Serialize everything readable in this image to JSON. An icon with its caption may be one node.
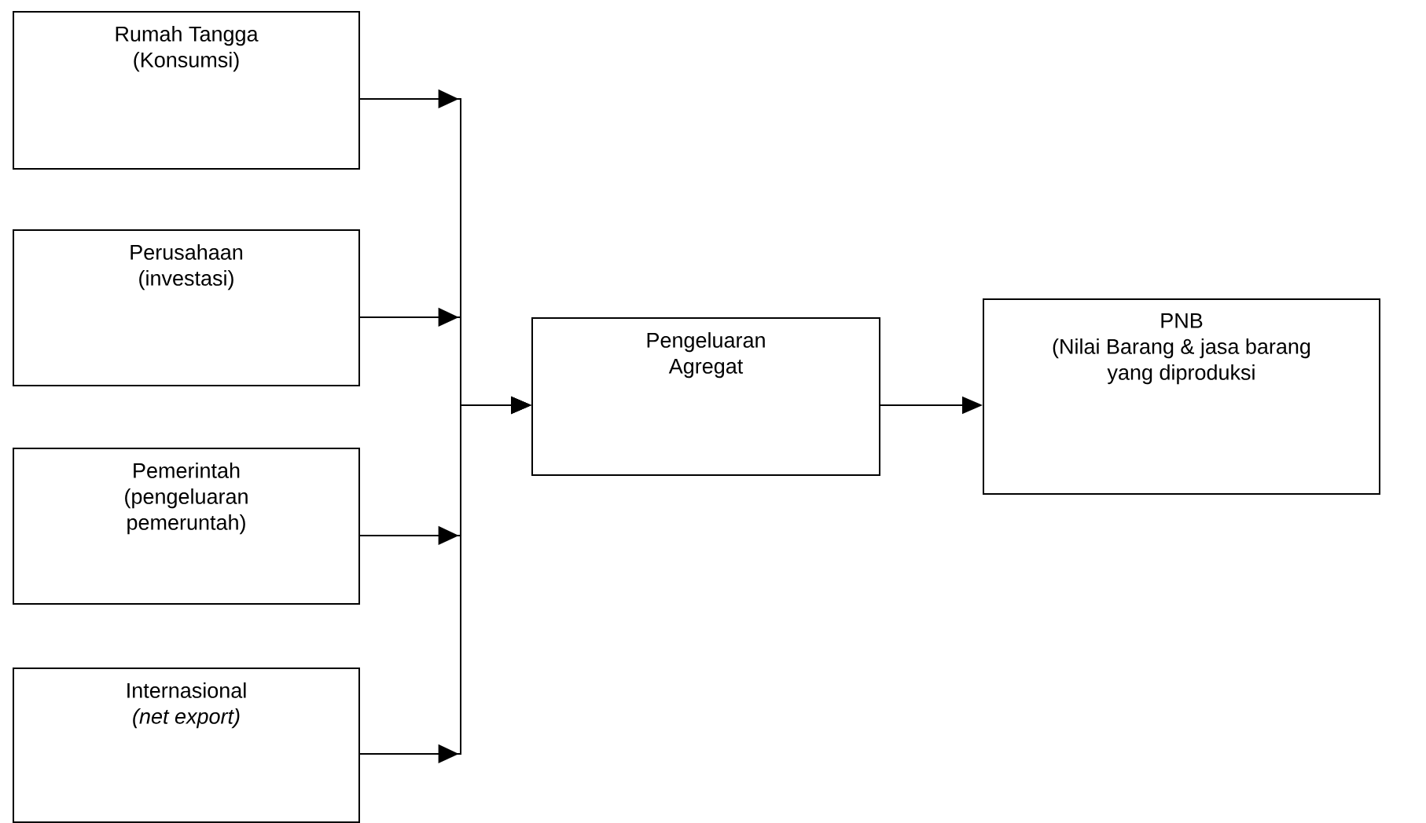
{
  "diagram": {
    "nodes": [
      {
        "text": [
          "Rumah Tangga (Konsumsi)"
        ]
      },
      {
        "text": [
          "Perusahaan (investasi)"
        ]
      },
      {
        "text": [
          "Pemerintah (pengeluaran pemeruntah)"
        ]
      },
      {
        "text": [
          "Internasional",
          "(net export)"
        ]
      },
      {
        "text": [
          "Pengeluaran Agregat"
        ]
      },
      {
        "text": [
          "PNB",
          "(Nilai Barang & jasa barang yang diproduksi"
        ]
      }
    ],
    "edges": [
      {
        "from": 0,
        "to": 4,
        "arrow": "to"
      },
      {
        "from": 1,
        "to": 4,
        "arrow": "to"
      },
      {
        "from": 2,
        "to": 4,
        "arrow": "to"
      },
      {
        "from": 3,
        "to": 4,
        "arrow": "to"
      },
      {
        "from": 4,
        "to": 5,
        "arrow": "to"
      }
    ]
  }
}
